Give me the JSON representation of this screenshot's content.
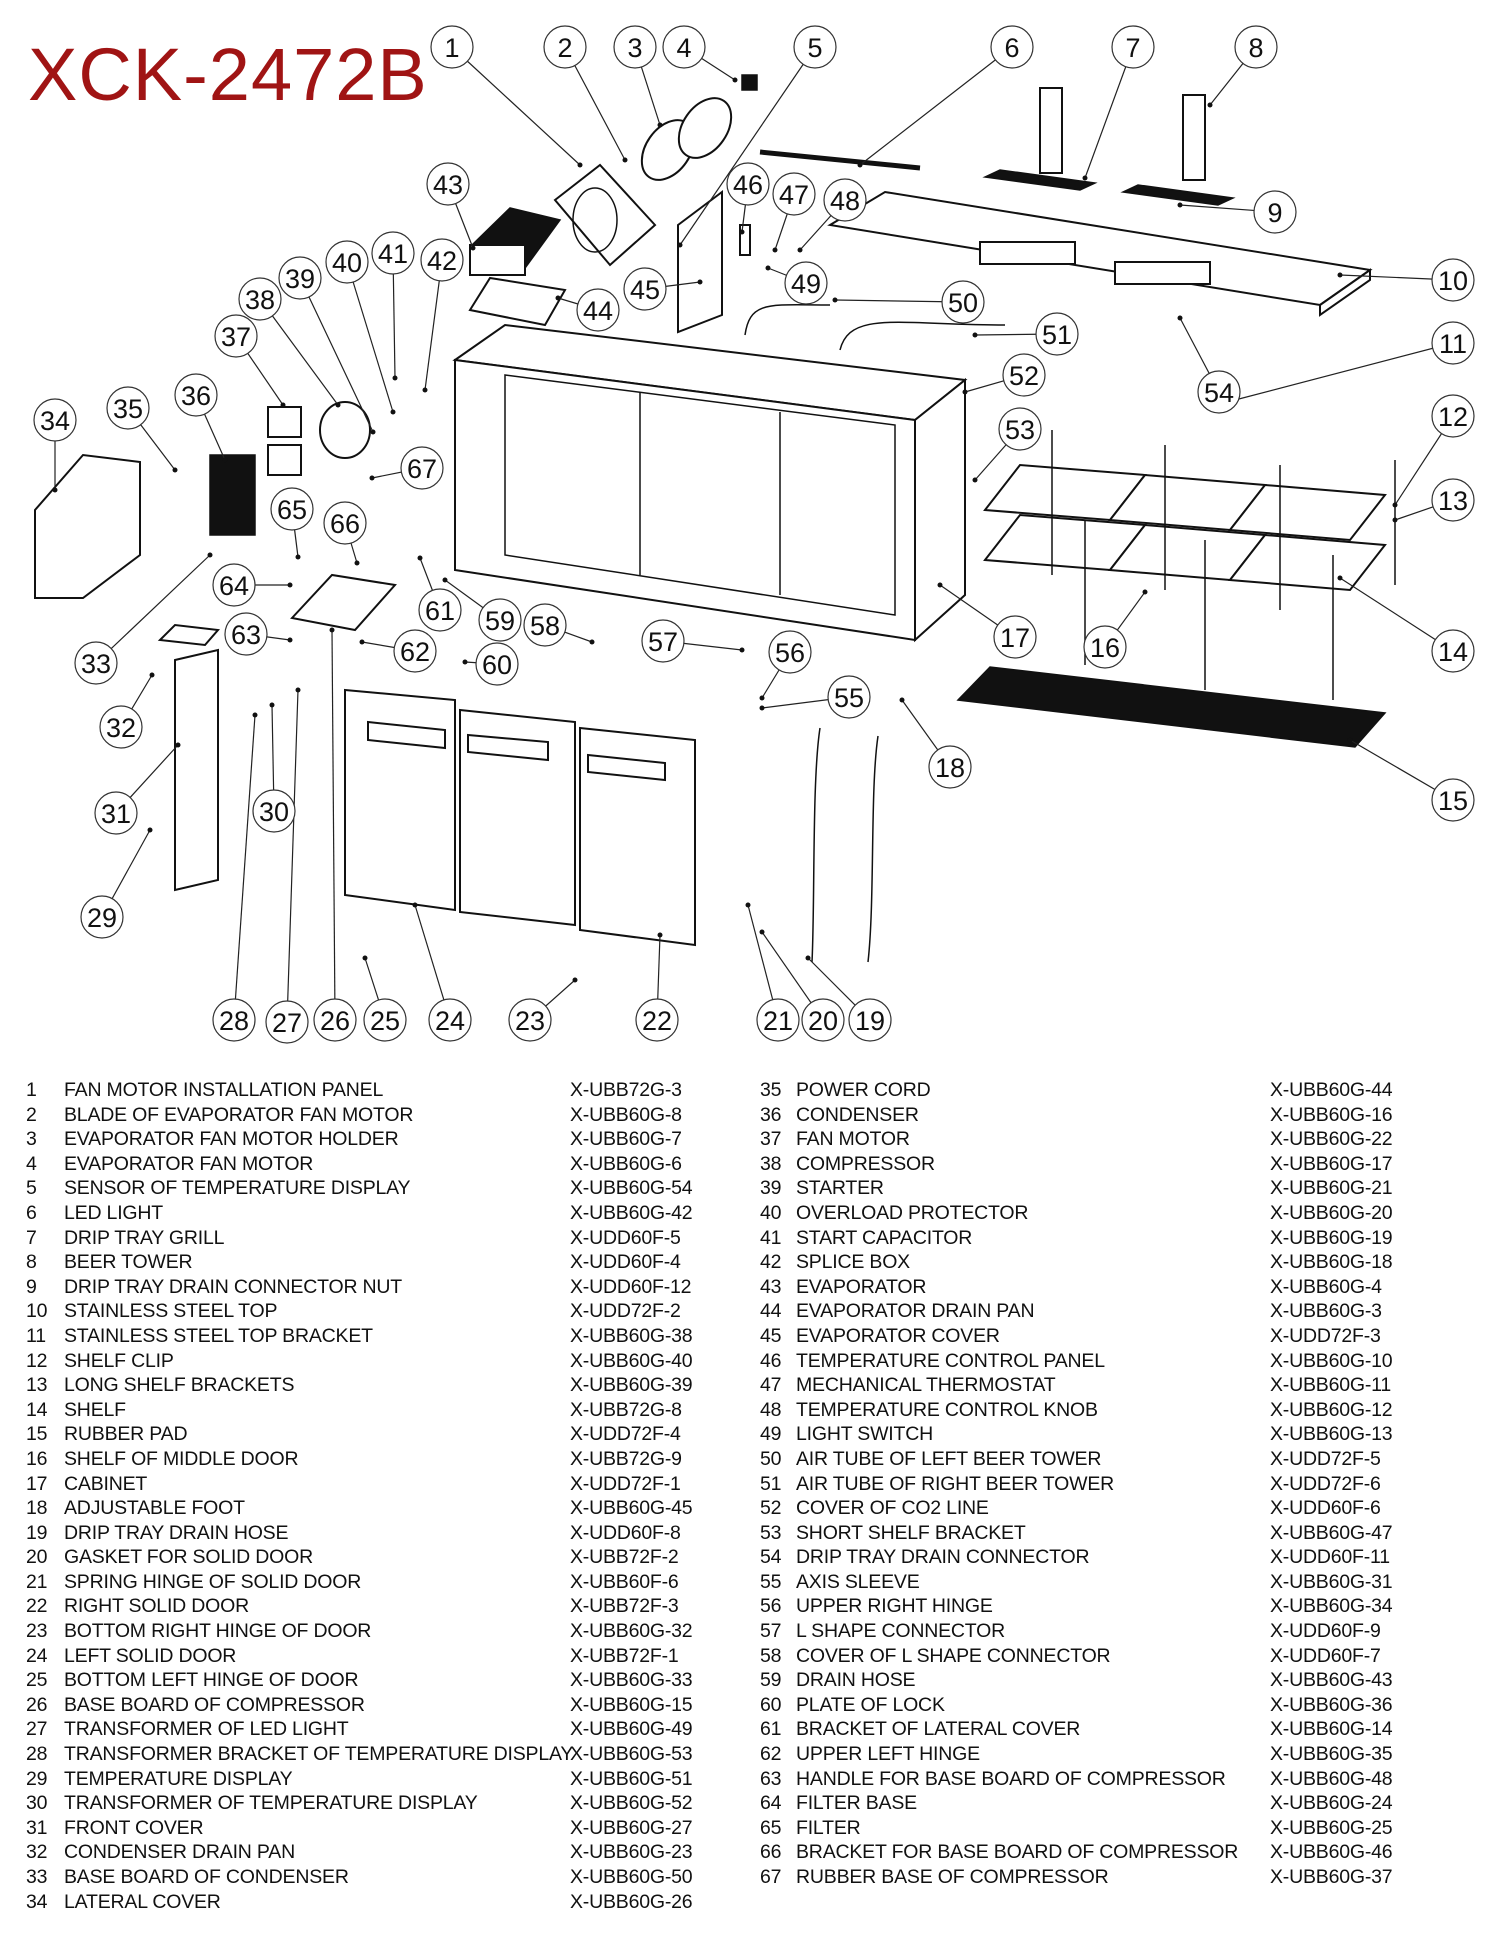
{
  "title": "XCK-2472B",
  "colors": {
    "title": "#a01414",
    "line": "#111111"
  },
  "callout_labels": [
    "1",
    "2",
    "3",
    "4",
    "5",
    "6",
    "7",
    "8",
    "9",
    "10",
    "11",
    "12",
    "13",
    "14",
    "15",
    "16",
    "17",
    "18",
    "19",
    "20",
    "21",
    "22",
    "23",
    "24",
    "25",
    "26",
    "27",
    "28",
    "29",
    "30",
    "31",
    "32",
    "33",
    "34",
    "35",
    "36",
    "37",
    "38",
    "39",
    "40",
    "41",
    "42",
    "43",
    "44",
    "45",
    "46",
    "47",
    "48",
    "49",
    "50",
    "51",
    "52",
    "53",
    "54",
    "55",
    "56",
    "57",
    "58",
    "59",
    "60",
    "61",
    "62",
    "63",
    "64",
    "65",
    "66",
    "67"
  ],
  "parts_left": [
    {
      "num": "1",
      "name": "FAN MOTOR INSTALLATION PANEL",
      "code": "X-UBB72G-3"
    },
    {
      "num": "2",
      "name": "BLADE OF EVAPORATOR FAN MOTOR",
      "code": "X-UBB60G-8"
    },
    {
      "num": "3",
      "name": "EVAPORATOR FAN MOTOR HOLDER",
      "code": "X-UBB60G-7"
    },
    {
      "num": "4",
      "name": "EVAPORATOR FAN MOTOR",
      "code": "X-UBB60G-6"
    },
    {
      "num": "5",
      "name": "SENSOR OF TEMPERATURE DISPLAY",
      "code": "X-UBB60G-54"
    },
    {
      "num": "6",
      "name": "LED LIGHT",
      "code": "X-UBB60G-42"
    },
    {
      "num": "7",
      "name": "DRIP TRAY GRILL",
      "code": "X-UDD60F-5"
    },
    {
      "num": "8",
      "name": "BEER TOWER",
      "code": "X-UDD60F-4"
    },
    {
      "num": "9",
      "name": "DRIP TRAY DRAIN CONNECTOR NUT",
      "code": "X-UDD60F-12"
    },
    {
      "num": "10",
      "name": "STAINLESS STEEL TOP",
      "code": "X-UDD72F-2"
    },
    {
      "num": "11",
      "name": "STAINLESS STEEL TOP BRACKET",
      "code": "X-UBB60G-38"
    },
    {
      "num": "12",
      "name": "SHELF CLIP",
      "code": "X-UBB60G-40"
    },
    {
      "num": "13",
      "name": "LONG SHELF BRACKETS",
      "code": "X-UBB60G-39"
    },
    {
      "num": "14",
      "name": "SHELF",
      "code": "X-UBB72G-8"
    },
    {
      "num": "15",
      "name": "RUBBER PAD",
      "code": "X-UDD72F-4"
    },
    {
      "num": "16",
      "name": "SHELF OF MIDDLE DOOR",
      "code": "X-UBB72G-9"
    },
    {
      "num": "17",
      "name": "CABINET",
      "code": "X-UDD72F-1"
    },
    {
      "num": "18",
      "name": "ADJUSTABLE FOOT",
      "code": "X-UBB60G-45"
    },
    {
      "num": "19",
      "name": "DRIP TRAY DRAIN HOSE",
      "code": "X-UDD60F-8"
    },
    {
      "num": "20",
      "name": "GASKET FOR SOLID DOOR",
      "code": "X-UBB72F-2"
    },
    {
      "num": "21",
      "name": "SPRING HINGE OF SOLID DOOR",
      "code": "X-UBB60F-6"
    },
    {
      "num": "22",
      "name": "RIGHT SOLID DOOR",
      "code": "X-UBB72F-3"
    },
    {
      "num": "23",
      "name": "BOTTOM RIGHT HINGE OF DOOR",
      "code": "X-UBB60G-32"
    },
    {
      "num": "24",
      "name": "LEFT SOLID DOOR",
      "code": "X-UBB72F-1"
    },
    {
      "num": "25",
      "name": "BOTTOM LEFT HINGE OF DOOR",
      "code": "X-UBB60G-33"
    },
    {
      "num": "26",
      "name": "BASE BOARD OF COMPRESSOR",
      "code": "X-UBB60G-15"
    },
    {
      "num": "27",
      "name": "TRANSFORMER OF LED LIGHT",
      "code": "X-UBB60G-49"
    },
    {
      "num": "28",
      "name": "TRANSFORMER BRACKET OF TEMPERATURE DISPLAY",
      "code": "X-UBB60G-53"
    },
    {
      "num": "29",
      "name": "TEMPERATURE DISPLAY",
      "code": "X-UBB60G-51"
    },
    {
      "num": "30",
      "name": "TRANSFORMER OF TEMPERATURE DISPLAY",
      "code": "X-UBB60G-52"
    },
    {
      "num": "31",
      "name": "FRONT COVER",
      "code": "X-UBB60G-27"
    },
    {
      "num": "32",
      "name": "CONDENSER DRAIN PAN",
      "code": "X-UBB60G-23"
    },
    {
      "num": "33",
      "name": "BASE BOARD OF CONDENSER",
      "code": "X-UBB60G-50"
    },
    {
      "num": "34",
      "name": "LATERAL COVER",
      "code": "X-UBB60G-26"
    }
  ],
  "parts_right": [
    {
      "num": "35",
      "name": "POWER CORD",
      "code": "X-UBB60G-44"
    },
    {
      "num": "36",
      "name": "CONDENSER",
      "code": "X-UBB60G-16"
    },
    {
      "num": "37",
      "name": "FAN MOTOR",
      "code": "X-UBB60G-22"
    },
    {
      "num": "38",
      "name": "COMPRESSOR",
      "code": "X-UBB60G-17"
    },
    {
      "num": "39",
      "name": "STARTER",
      "code": "X-UBB60G-21"
    },
    {
      "num": "40",
      "name": "OVERLOAD PROTECTOR",
      "code": "X-UBB60G-20"
    },
    {
      "num": "41",
      "name": "START CAPACITOR",
      "code": "X-UBB60G-19"
    },
    {
      "num": "42",
      "name": "SPLICE BOX",
      "code": "X-UBB60G-18"
    },
    {
      "num": "43",
      "name": "EVAPORATOR",
      "code": "X-UBB60G-4"
    },
    {
      "num": "44",
      "name": "EVAPORATOR DRAIN PAN",
      "code": "X-UBB60G-3"
    },
    {
      "num": "45",
      "name": "EVAPORATOR COVER",
      "code": "X-UDD72F-3"
    },
    {
      "num": "46",
      "name": "TEMPERATURE CONTROL PANEL",
      "code": "X-UBB60G-10"
    },
    {
      "num": "47",
      "name": "MECHANICAL THERMOSTAT",
      "code": "X-UBB60G-11"
    },
    {
      "num": "48",
      "name": "TEMPERATURE CONTROL KNOB",
      "code": "X-UBB60G-12"
    },
    {
      "num": "49",
      "name": "LIGHT SWITCH",
      "code": "X-UBB60G-13"
    },
    {
      "num": "50",
      "name": "AIR TUBE OF LEFT BEER TOWER",
      "code": "X-UDD72F-5"
    },
    {
      "num": "51",
      "name": "AIR TUBE OF RIGHT BEER TOWER",
      "code": "X-UDD72F-6"
    },
    {
      "num": "52",
      "name": "COVER OF CO2 LINE",
      "code": "X-UDD60F-6"
    },
    {
      "num": "53",
      "name": "SHORT SHELF BRACKET",
      "code": "X-UBB60G-47"
    },
    {
      "num": "54",
      "name": "DRIP TRAY DRAIN CONNECTOR",
      "code": "X-UDD60F-11"
    },
    {
      "num": "55",
      "name": "AXIS SLEEVE",
      "code": "X-UBB60G-31"
    },
    {
      "num": "56",
      "name": "UPPER RIGHT HINGE",
      "code": "X-UBB60G-34"
    },
    {
      "num": "57",
      "name": "L SHAPE CONNECTOR",
      "code": "X-UDD60F-9"
    },
    {
      "num": "58",
      "name": "COVER OF L SHAPE CONNECTOR",
      "code": "X-UDD60F-7"
    },
    {
      "num": "59",
      "name": "DRAIN HOSE",
      "code": "X-UBB60G-43"
    },
    {
      "num": "60",
      "name": "PLATE OF LOCK",
      "code": "X-UBB60G-36"
    },
    {
      "num": "61",
      "name": "BRACKET OF LATERAL COVER",
      "code": "X-UBB60G-14"
    },
    {
      "num": "62",
      "name": "UPPER LEFT HINGE",
      "code": "X-UBB60G-35"
    },
    {
      "num": "63",
      "name": "HANDLE FOR BASE BOARD OF COMPRESSOR",
      "code": "X-UBB60G-48"
    },
    {
      "num": "64",
      "name": "FILTER BASE",
      "code": "X-UBB60G-24"
    },
    {
      "num": "65",
      "name": "FILTER",
      "code": "X-UBB60G-25"
    },
    {
      "num": "66",
      "name": "BRACKET FOR BASE BOARD OF COMPRESSOR",
      "code": "X-UBB60G-46"
    },
    {
      "num": "67",
      "name": "RUBBER BASE OF COMPRESSOR",
      "code": "X-UBB60G-37"
    }
  ]
}
